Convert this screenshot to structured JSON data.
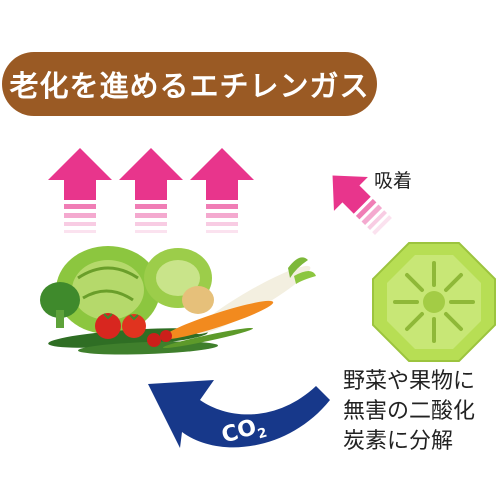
{
  "banner": {
    "title": "老化を進めるエチレンガス"
  },
  "labels": {
    "adsorb": "吸着",
    "result_line1": "野菜や果物に",
    "result_line2": "無害の二酸化",
    "result_line3": "炭素に分解",
    "co2_main": "CO",
    "co2_sub": "2"
  },
  "colors": {
    "banner": "#9a5a24",
    "gas_arrow": "#e8358c",
    "gas_stripe": "#f4a9cf",
    "co2_arrow": "#17388a",
    "filter": "#b7de54"
  },
  "icons": [
    "ethylene-up-arrow-icon",
    "adsorb-down-arrow-icon",
    "filter-device-icon",
    "co2-return-arrow-icon"
  ]
}
